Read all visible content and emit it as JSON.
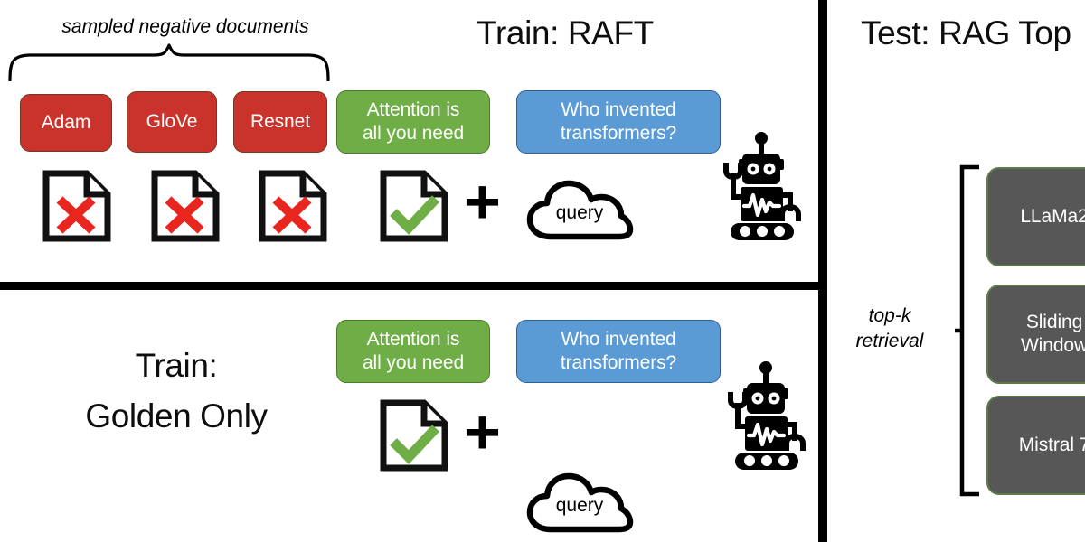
{
  "figure": {
    "type": "diagram",
    "panels": {
      "train_raft": {
        "title": "Train: RAFT",
        "brace_label": "sampled negative documents",
        "negative_docs": [
          {
            "label": "Adam",
            "doc_mark": "cross-mark"
          },
          {
            "label": "GloVe",
            "doc_mark": "cross-mark"
          },
          {
            "label": "Resnet",
            "doc_mark": "cross-mark"
          }
        ],
        "golden_doc": {
          "label": "Attention is\nall you need",
          "label_line1": "Attention is",
          "label_line2": "all you need",
          "doc_mark": "check-mark"
        },
        "question": {
          "label_line1": "Who invented",
          "label_line2": "transformers?"
        },
        "operator": "+",
        "cloud": {
          "label": "query"
        },
        "model": {
          "icon": "robot-icon"
        }
      },
      "train_golden_only": {
        "title_line1": "Train:",
        "title_line2": "Golden Only",
        "golden_doc": {
          "label_line1": "Attention is",
          "label_line2": "all you need",
          "doc_mark": "check-mark"
        },
        "question": {
          "label_line1": "Who invented",
          "label_line2": "transformers?"
        },
        "operator": "+",
        "cloud": {
          "label": "query"
        },
        "model": {
          "icon": "robot-icon"
        }
      },
      "test_rag": {
        "title": "Test: RAG Top",
        "retrieval_label_line1": "top-k",
        "retrieval_label_line2": "retrieval",
        "retrieved_docs": [
          {
            "label": "LLaMa2"
          },
          {
            "label_line1": "Sliding",
            "label_line2": "Window"
          },
          {
            "label": "Mistral 7"
          }
        ]
      }
    },
    "colors": {
      "negative": "#C9332C",
      "golden": "#6FAD46",
      "question": "#5B9BD5",
      "retrieved": "#575757",
      "retrieved_border": "#5D7A48",
      "check": "#6FAD46",
      "cross": "#E8251F",
      "ink": "#000000",
      "background": "#FFFFFF"
    }
  }
}
